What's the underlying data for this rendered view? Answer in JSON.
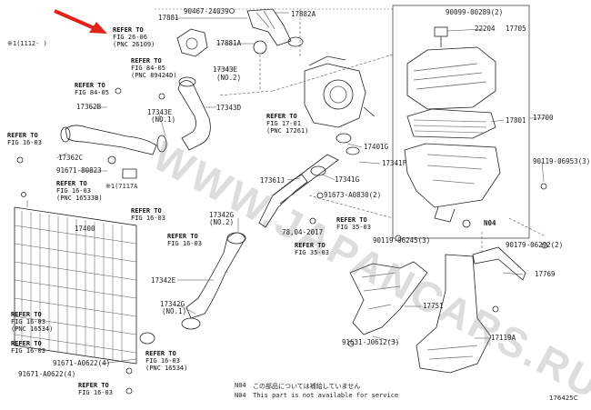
{
  "diagram": {
    "code": "176425C",
    "watermark": "WWW.JAPANCARS.RU",
    "legend": {
      "symbol_1": "N04",
      "line_1_jp": "この部品については補給していません",
      "symbol_2": "N04",
      "line_2_en": "This part is not available for service"
    },
    "date_note": "※1(1112-    )",
    "date_note_2": "※1(7117A",
    "refs": [
      {
        "head": "REFER TO",
        "fig": "FIG 26-06",
        "pnc": "(PNC 26109)"
      },
      {
        "head": "REFER TO",
        "fig": "FIG 84-05",
        "pnc": "(PNC 89424D)"
      },
      {
        "head": "REFER TO",
        "fig": "FIG 84-05",
        "pnc": ""
      },
      {
        "head": "REFER TO",
        "fig": "FIG 17-01",
        "pnc": "(PNC 17261)"
      },
      {
        "head": "REFER TO",
        "fig": "FIG 16-03",
        "pnc": ""
      },
      {
        "head": "REFER TO",
        "fig": "FIG 16-03",
        "pnc": "(PNC 16533B)"
      },
      {
        "head": "REFER TO",
        "fig": "FIG 16-03",
        "pnc": ""
      },
      {
        "head": "REFER TO",
        "fig": "FIG 16-03",
        "pnc": ""
      },
      {
        "head": "REFER TO",
        "fig": "FIG 35-03",
        "pnc": ""
      },
      {
        "head": "REFER TO",
        "fig": "FIG 35-03",
        "pnc": ""
      },
      {
        "head": "REFER TO",
        "fig": "FIG 16-03",
        "pnc": "(PNC 16534)"
      },
      {
        "head": "REFER TO",
        "fig": "FIG 16-03",
        "pnc": ""
      },
      {
        "head": "REFER TO",
        "fig": "FIG 16-03",
        "pnc": "(PNC 16534)"
      },
      {
        "head": "REFER TO",
        "fig": "FIG 16-03",
        "pnc": ""
      }
    ],
    "parts": [
      "17881",
      "90467-24039",
      "17882A",
      "17881A",
      "17343E",
      "(NO.2)",
      "17343D",
      "17362B",
      "17343E",
      "(NO.1)",
      "17362C",
      "91671-80823",
      "17400",
      "17342G",
      "(NO.2)",
      "17342E",
      "17342G",
      "(NO.1)",
      "91671-A0622(4)",
      "91671-A0622(4)",
      "17401G",
      "17341F",
      "17341G",
      "17361J",
      "91673-A0830(2)",
      "78,04-2017",
      "90119-06245(3)",
      "17751",
      "91631-J0612(3)",
      "90099-00289(2)",
      "22204",
      "17705",
      "17700",
      "17801",
      "90119-06953(3)",
      "N04",
      "90179-06292(2)",
      "17769",
      "17119A"
    ]
  }
}
